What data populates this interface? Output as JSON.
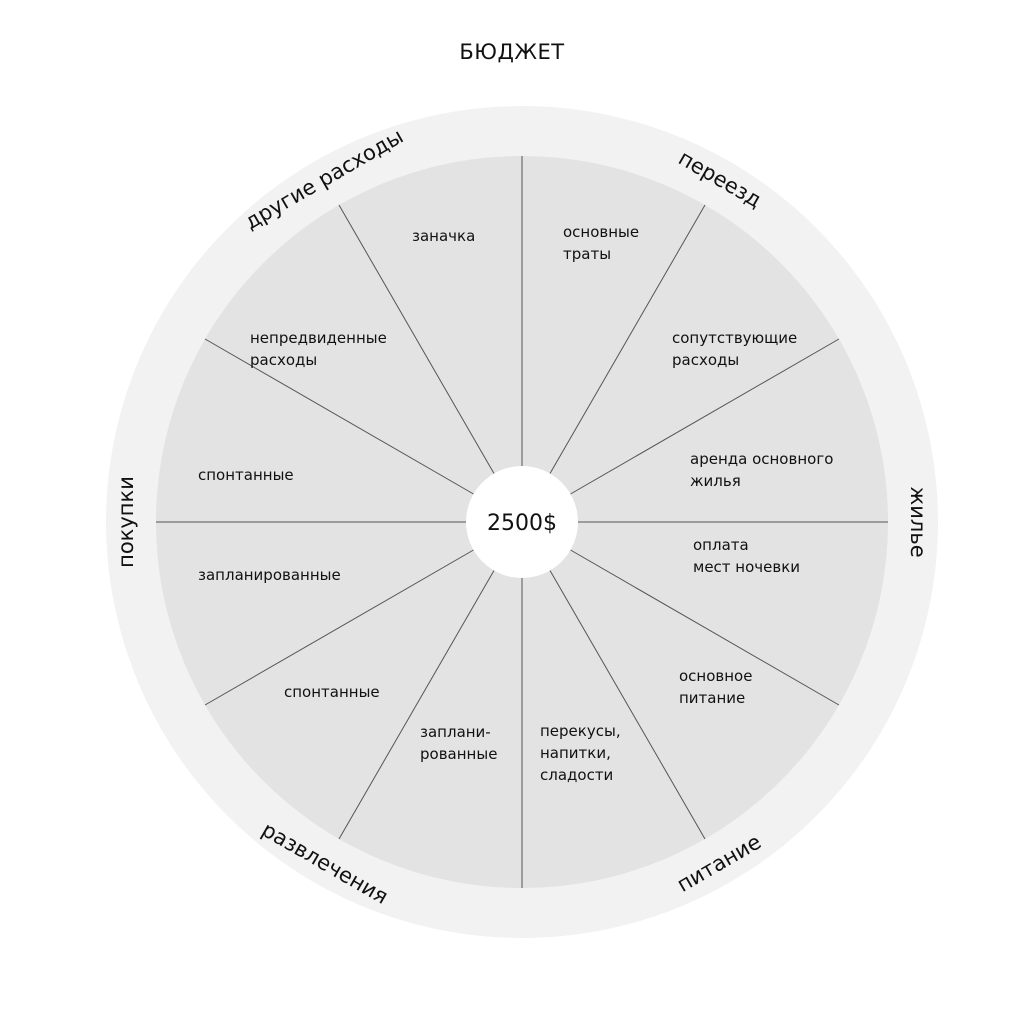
{
  "title": "БЮДЖЕТ",
  "center_value": "2500$",
  "categories": [
    {
      "name": "переезд",
      "items": [
        {
          "lines": [
            "основные",
            "траты"
          ]
        },
        {
          "lines": [
            "сопутствующие",
            "расходы"
          ]
        }
      ]
    },
    {
      "name": "жилье",
      "items": [
        {
          "lines": [
            "аренда основного",
            "жилья"
          ]
        },
        {
          "lines": [
            "оплата",
            "мест ночевки"
          ]
        }
      ]
    },
    {
      "name": "питание",
      "items": [
        {
          "lines": [
            "основное",
            "питание"
          ]
        },
        {
          "lines": [
            "перекусы,",
            "напитки,",
            "сладости"
          ]
        }
      ]
    },
    {
      "name": "развлечения",
      "items": [
        {
          "lines": [
            "заплани-",
            "рованные"
          ]
        },
        {
          "lines": [
            "спонтанные"
          ]
        }
      ]
    },
    {
      "name": "покупки",
      "items": [
        {
          "lines": [
            "запланированные"
          ]
        },
        {
          "lines": [
            "спонтанные"
          ]
        }
      ]
    },
    {
      "name": "другие расходы",
      "items": [
        {
          "lines": [
            "непредвиденные",
            "расходы"
          ]
        },
        {
          "lines": [
            "заначка"
          ]
        }
      ]
    }
  ],
  "colors": {
    "outer_ring": "#f2f2f2",
    "inner_disc": "#e3e3e3",
    "divider": "#555555",
    "center": "#ffffff",
    "text": "#111111"
  }
}
